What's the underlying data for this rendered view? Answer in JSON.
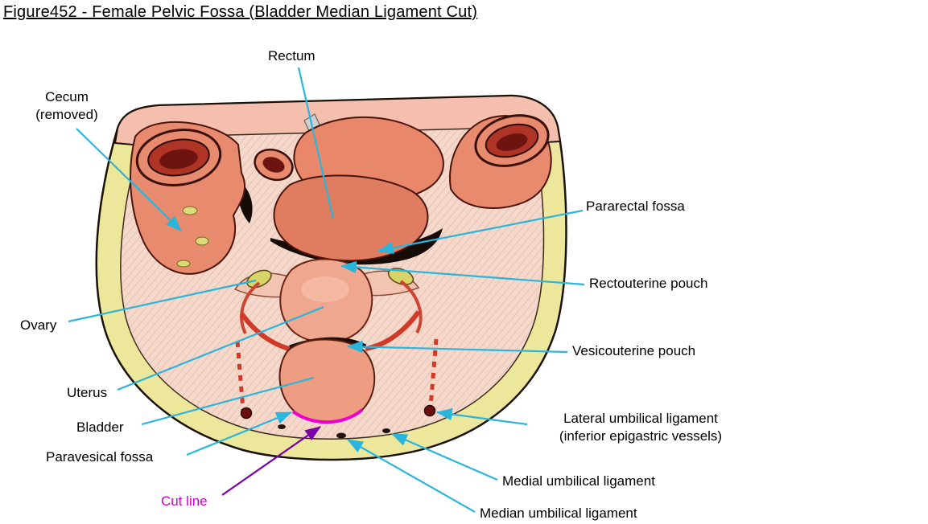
{
  "figure": {
    "title": "Figure452 - Female Pelvic Fossa (Bladder Median Ligament Cut)"
  },
  "colors": {
    "leader_line": "#2ab5dc",
    "cut_line_label": "#cc00cc",
    "cut_line_arrow": "#7a00aa",
    "cut_line_mark": "#ee00cc",
    "organ_salmon": "#e8886c",
    "lumen_red": "#b03425",
    "basin_rim_yellow": "#ece79b",
    "interior_pink": "#f6d8cb",
    "vessel_red": "#d03a28"
  },
  "labels": {
    "rectum": {
      "text": "Rectum"
    },
    "cecum": {
      "text": "Cecum\n(removed)"
    },
    "pararectal_fossa": {
      "text": "Pararectal fossa"
    },
    "rectouterine_pouch": {
      "text": "Rectouterine pouch"
    },
    "ovary": {
      "text": "Ovary"
    },
    "vesicouterine_pouch": {
      "text": "Vesicouterine pouch"
    },
    "uterus": {
      "text": "Uterus"
    },
    "bladder": {
      "text": "Bladder"
    },
    "paravesical_fossa": {
      "text": "Paravesical fossa"
    },
    "lateral_umbilical_ligament": {
      "text": "Lateral umbilical ligament\n(inferior epigastric vessels)"
    },
    "medial_umbilical_ligament": {
      "text": "Medial umbilical ligament"
    },
    "median_umbilical_ligament": {
      "text": "Median umbilical ligament"
    },
    "cut_line": {
      "text": "Cut line"
    }
  }
}
